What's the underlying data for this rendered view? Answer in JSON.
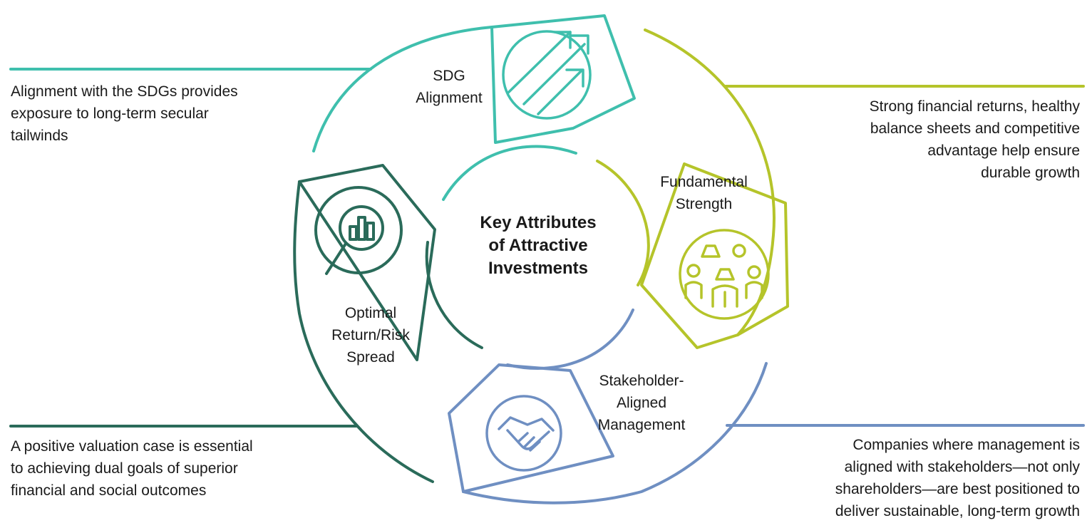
{
  "center_title": {
    "lines": [
      "Key Attributes",
      "of Attractive",
      "Investments"
    ]
  },
  "segments": {
    "sdg": {
      "label_lines": [
        "SDG",
        "Alignment"
      ],
      "description_lines": [
        "Alignment with the SDGs provides",
        "exposure to long-term secular",
        "tailwinds"
      ],
      "color": "#3fbfad",
      "icon": "rising-arrows-icon"
    },
    "fundamental": {
      "label_lines": [
        "Fundamental",
        "Strength"
      ],
      "description_lines": [
        "Strong financial returns, healthy",
        "balance sheets and competitive",
        "advantage help ensure",
        "durable growth"
      ],
      "color": "#b5c42a",
      "icon": "people-group-icon"
    },
    "stakeholder": {
      "label_lines": [
        "Stakeholder-",
        "Aligned",
        "Management"
      ],
      "description_lines": [
        "Companies where management is",
        "aligned with stakeholders—not only",
        "shareholders—are best positioned to",
        "deliver sustainable, long-term growth"
      ],
      "color": "#6f8fc2",
      "icon": "handshake-icon"
    },
    "return_risk": {
      "label_lines": [
        "Optimal",
        "Return/Risk",
        "Spread"
      ],
      "description_lines": [
        "A positive valuation case is essential",
        "to achieving dual goals of superior",
        "financial and social outcomes"
      ],
      "color": "#2a6b5a",
      "icon": "magnifier-chart-icon"
    }
  }
}
